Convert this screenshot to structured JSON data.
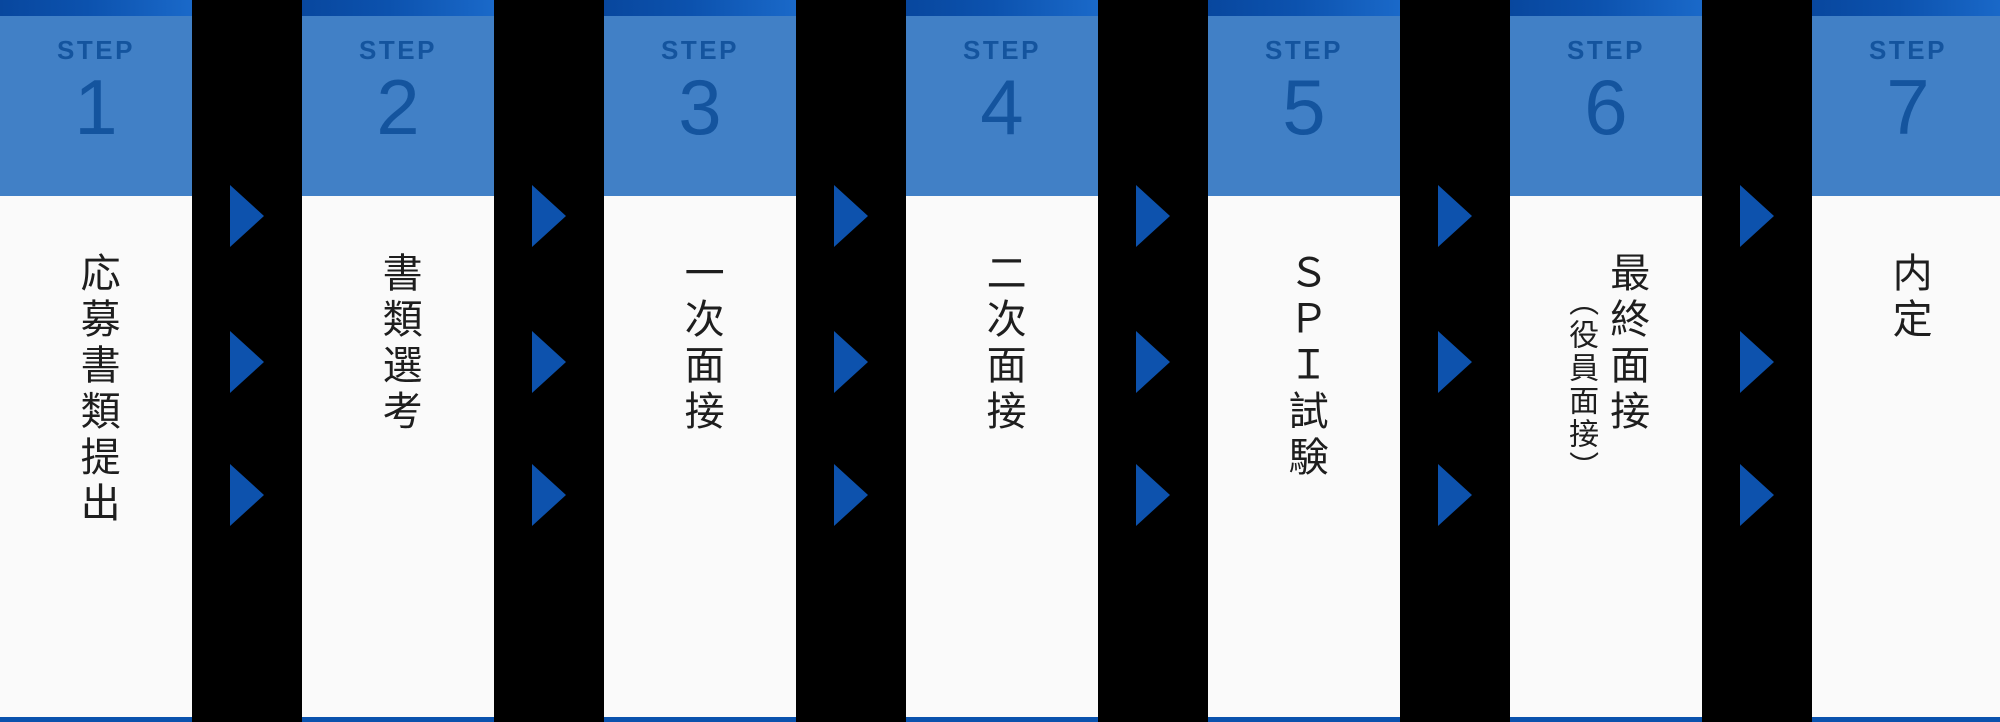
{
  "theme": {
    "head_blue": "#4180c6",
    "head_topbar_dark": "#08479e",
    "head_topbar_light": "#1a69c9",
    "step_text_blue": "#14549e",
    "arrow_blue": "#0d52ad",
    "body_bg": "#fafafa",
    "gap_black": "#000000",
    "footer_line_blue": "#0a52ad",
    "body_text": "#1e1e1e"
  },
  "flow": {
    "step_label": "STEP",
    "arrow_icon": "play-triangle-right-icon",
    "arrows_per_gap": 3,
    "steps": [
      {
        "number": "1",
        "label": "STEP",
        "title": "応募書類提出",
        "subtitle": ""
      },
      {
        "number": "2",
        "label": "STEP",
        "title": "書類選考",
        "subtitle": ""
      },
      {
        "number": "3",
        "label": "STEP",
        "title": "一次面接",
        "subtitle": ""
      },
      {
        "number": "4",
        "label": "STEP",
        "title": "二次面接",
        "subtitle": ""
      },
      {
        "number": "5",
        "label": "STEP",
        "title": "ＳＰＩ試験",
        "subtitle": ""
      },
      {
        "number": "6",
        "label": "STEP",
        "title": "最終面接",
        "subtitle": "（役員面接）"
      },
      {
        "number": "7",
        "label": "STEP",
        "title": "内定",
        "subtitle": ""
      }
    ]
  }
}
